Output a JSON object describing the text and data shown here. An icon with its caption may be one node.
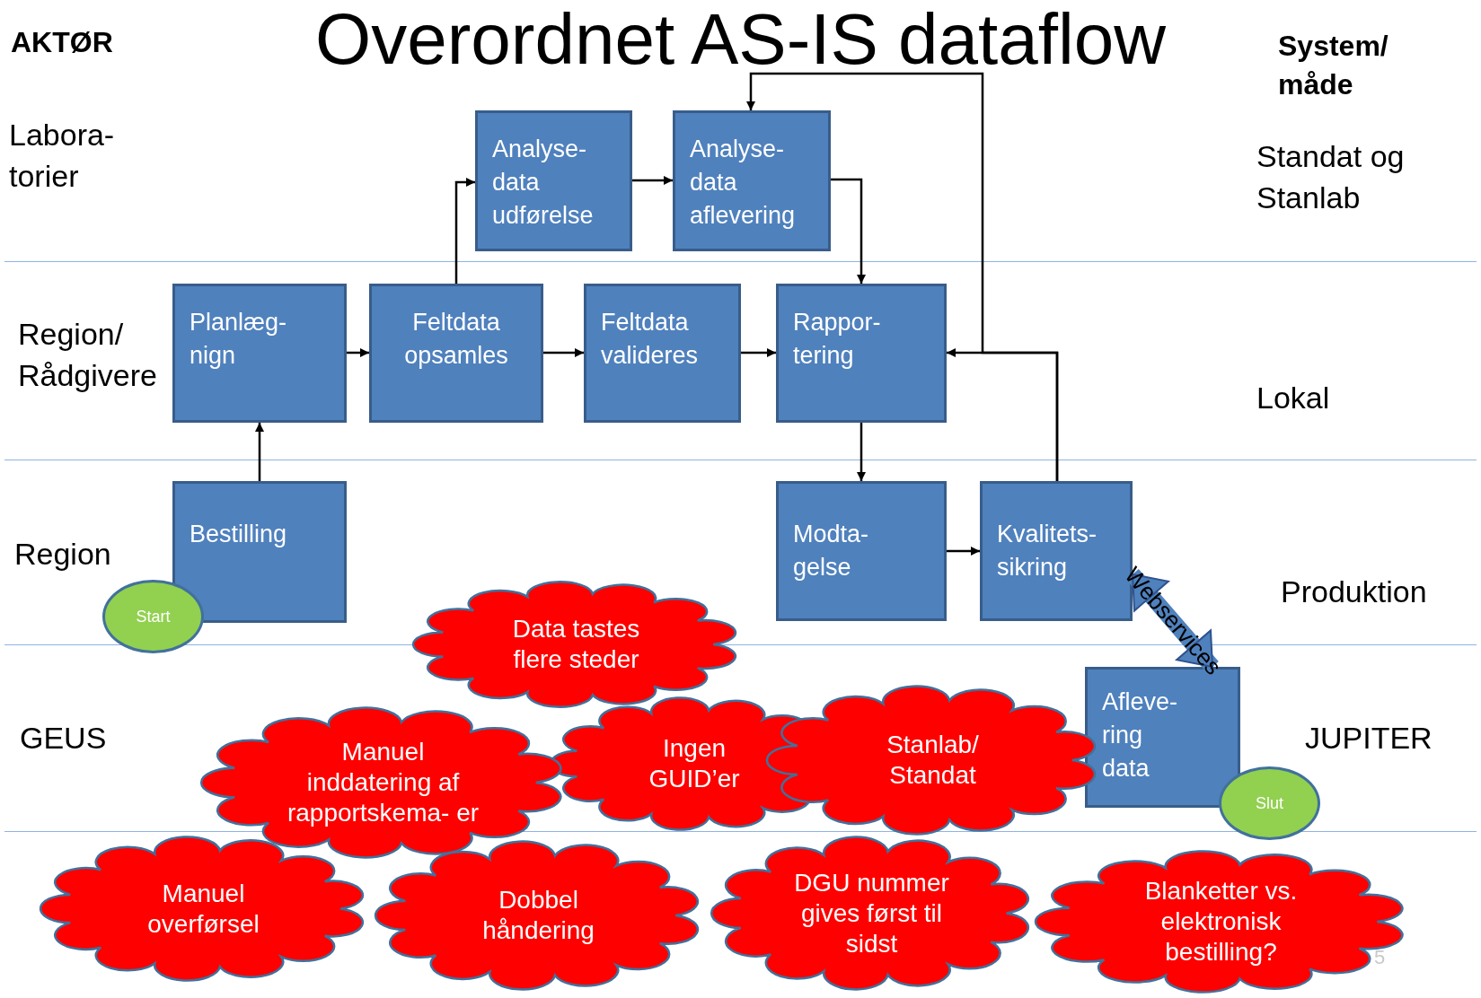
{
  "diagram": {
    "title": "Overordnet AS-IS dataflow",
    "nodes": [
      {
        "text": [
          "Analyse- data udførelse"
        ]
      },
      {
        "text": [
          "Analyse- data aflevering"
        ]
      },
      {
        "text": [
          "Planlæg- nign"
        ]
      },
      {
        "text": [
          "Feltdata opsamles"
        ]
      },
      {
        "text": [
          "Feltdata valideres"
        ]
      },
      {
        "text": [
          "Rappor- tering"
        ]
      },
      {
        "text": [
          "Bestilling"
        ]
      },
      {
        "text": [
          "Start"
        ]
      },
      {
        "text": [
          "Modta- gelse"
        ]
      },
      {
        "text": [
          "Kvalitets- sikring"
        ]
      },
      {
        "text": [
          "Afleve- ring data"
        ]
      },
      {
        "text": [
          "Slut"
        ]
      },
      {
        "text": [
          "Data tastes flere steder"
        ]
      },
      {
        "text": [
          "Manuel inddatering af rapportskema- er"
        ]
      },
      {
        "text": [
          "Ingen GUID’er"
        ]
      },
      {
        "text": [
          "Stanlab/ Standat"
        ]
      },
      {
        "text": [
          "Manuel overførsel"
        ]
      },
      {
        "text": [
          "Dobbel håndering"
        ]
      },
      {
        "text": [
          "DGU nummer gives først til sidst"
        ]
      },
      {
        "text": [
          "Blanketter vs. elektronisk bestilling?"
        ]
      }
    ],
    "edges": [
      {
        "from": 0,
        "to": 1,
        "arrow": "to"
      },
      {
        "from": 3,
        "to": 0,
        "arrow": "to"
      },
      {
        "from": 1,
        "to": 5,
        "arrow": "to"
      },
      {
        "from": 2,
        "to": 3,
        "arrow": "to"
      },
      {
        "from": 3,
        "to": 4,
        "arrow": "to"
      },
      {
        "from": 4,
        "to": 5,
        "arrow": "to"
      },
      {
        "from": 6,
        "to": 2,
        "arrow": "to"
      },
      {
        "from": 5,
        "to": 8,
        "arrow": "to"
      },
      {
        "from": 8,
        "to": 9,
        "arrow": "to"
      },
      {
        "from": 9,
        "to": 5,
        "arrow": "to"
      },
      {
        "from": 9,
        "to": 1,
        "arrow": "to"
      },
      {
        "from": 9,
        "to": 10,
        "arrow": "both",
        "label": "Webservices",
        "style": "thick",
        "color": "#4f81bd"
      }
    ],
    "labels": [
      "AKTØR",
      "System/ måde",
      "Labora- torier",
      "Standat og Stanlab",
      "Region/ Rådgivere",
      "Lokal",
      "Region",
      "Produktion",
      "GEUS",
      "JUPITER",
      "5"
    ]
  }
}
